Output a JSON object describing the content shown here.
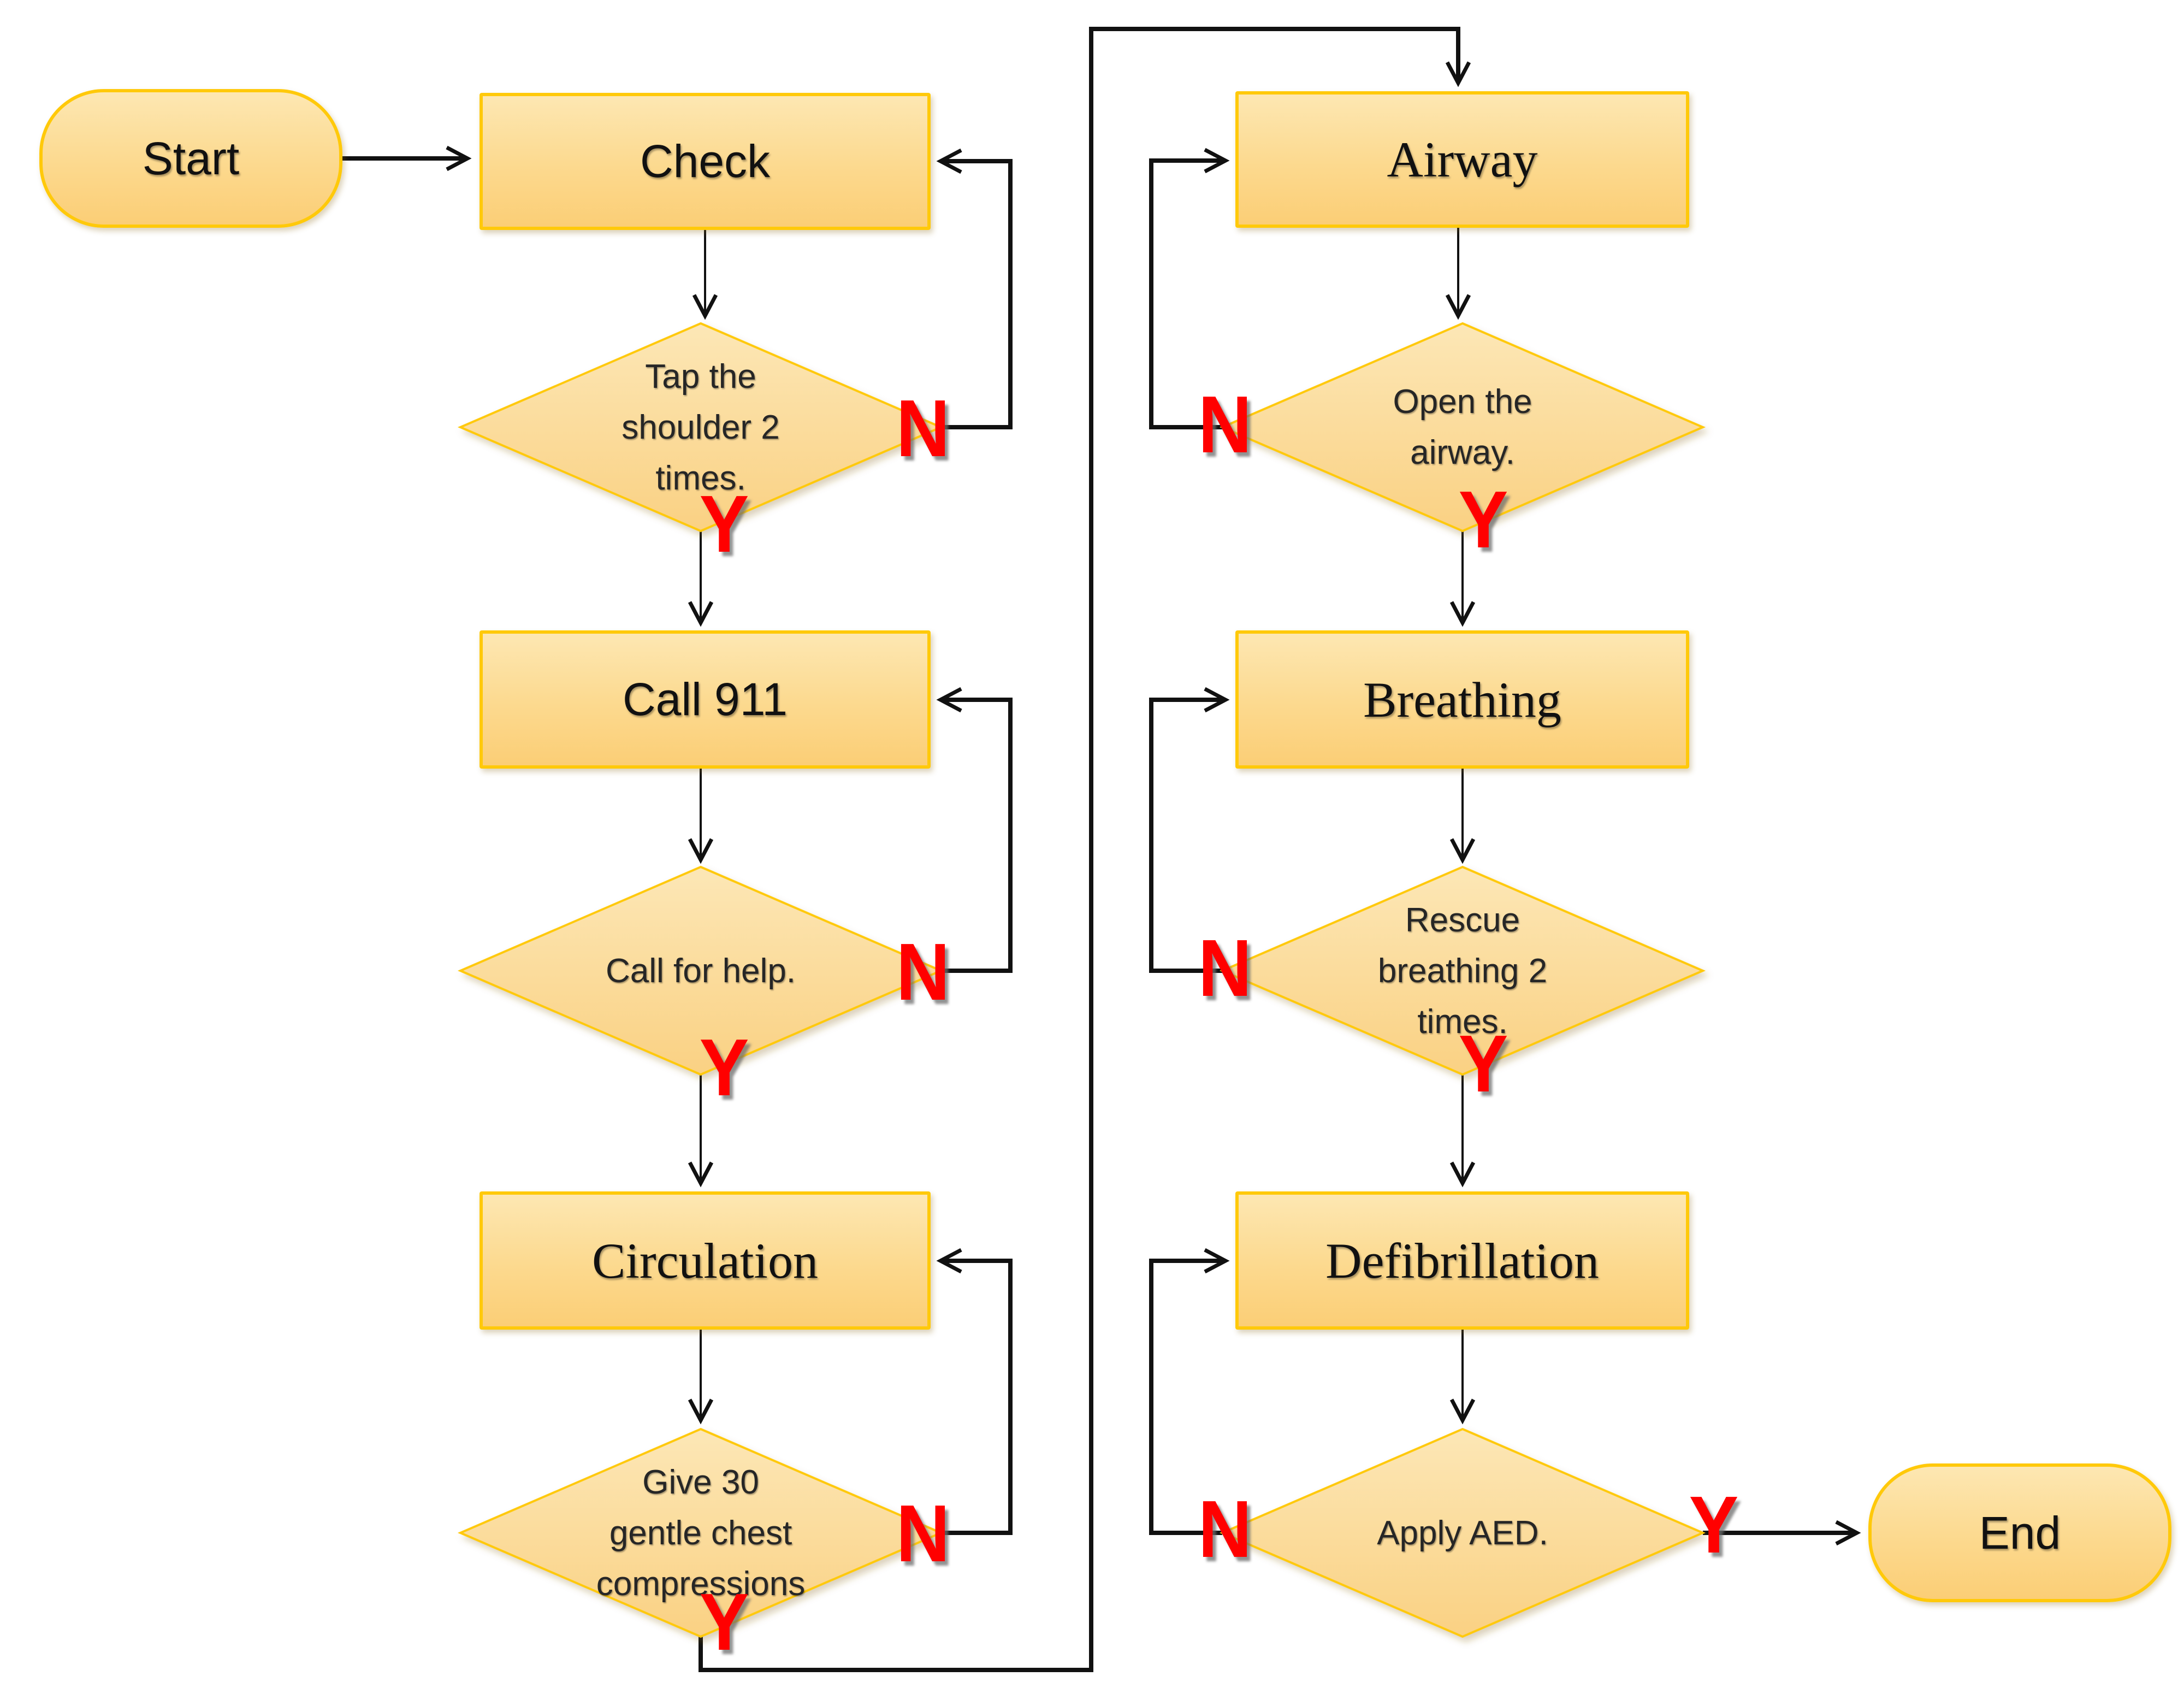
{
  "diagram": {
    "type": "flowchart",
    "subject": "CPR first-aid steps",
    "background": "#FFFFFF",
    "colors": {
      "node_fill_top": "#FDE7B2",
      "node_fill_bottom": "#FBCE76",
      "node_border": "#FFC90A",
      "connector": "#111111",
      "node_text": "#111111",
      "branch_label": "#FF0000"
    },
    "branch_labels": {
      "yes": "Y",
      "no": "N"
    },
    "nodes": {
      "start": {
        "label": "Start",
        "shape": "terminator"
      },
      "check": {
        "label": "Check",
        "shape": "process"
      },
      "tap": {
        "label": "Tap the shoulder 2 times.",
        "shape": "decision",
        "lines": [
          "Tap the",
          "shoulder 2",
          "times."
        ]
      },
      "call911": {
        "label": "Call 911",
        "shape": "process"
      },
      "help": {
        "label": "Call for help.",
        "shape": "decision",
        "lines": [
          "Call for help."
        ]
      },
      "circulation": {
        "label": "Circulation",
        "shape": "process"
      },
      "compressions": {
        "label": "Give 30 gentle chest compressions",
        "shape": "decision",
        "lines": [
          "Give 30",
          "gentle chest",
          "compressions"
        ]
      },
      "airway": {
        "label": "Airway",
        "shape": "process"
      },
      "open_airway": {
        "label": "Open the airway.",
        "shape": "decision",
        "lines": [
          "Open the",
          "airway."
        ]
      },
      "breathing": {
        "label": "Breathing",
        "shape": "process"
      },
      "rescue_breathing": {
        "label": "Rescue breathing 2 times.",
        "shape": "decision",
        "lines": [
          "Rescue",
          "breathing 2",
          "times."
        ]
      },
      "defibrillation": {
        "label": "Defibrillation",
        "shape": "process"
      },
      "apply_aed": {
        "label": "Apply AED.",
        "shape": "decision",
        "lines": [
          "Apply AED."
        ]
      },
      "end": {
        "label": "End",
        "shape": "terminator"
      }
    },
    "edges": [
      {
        "from": "start",
        "to": "check",
        "label": ""
      },
      {
        "from": "check",
        "to": "tap",
        "label": ""
      },
      {
        "from": "tap",
        "to": "check",
        "label": "N"
      },
      {
        "from": "tap",
        "to": "call911",
        "label": "Y"
      },
      {
        "from": "call911",
        "to": "help",
        "label": ""
      },
      {
        "from": "help",
        "to": "call911",
        "label": "N"
      },
      {
        "from": "help",
        "to": "circulation",
        "label": "Y"
      },
      {
        "from": "circulation",
        "to": "compressions",
        "label": ""
      },
      {
        "from": "compressions",
        "to": "circulation",
        "label": "N"
      },
      {
        "from": "compressions",
        "to": "airway",
        "label": "Y"
      },
      {
        "from": "airway",
        "to": "open_airway",
        "label": ""
      },
      {
        "from": "open_airway",
        "to": "airway",
        "label": "N"
      },
      {
        "from": "open_airway",
        "to": "breathing",
        "label": "Y"
      },
      {
        "from": "breathing",
        "to": "rescue_breathing",
        "label": ""
      },
      {
        "from": "rescue_breathing",
        "to": "breathing",
        "label": "N"
      },
      {
        "from": "rescue_breathing",
        "to": "defibrillation",
        "label": "Y"
      },
      {
        "from": "defibrillation",
        "to": "apply_aed",
        "label": ""
      },
      {
        "from": "apply_aed",
        "to": "defibrillation",
        "label": "N"
      },
      {
        "from": "apply_aed",
        "to": "end",
        "label": "Y"
      }
    ]
  }
}
